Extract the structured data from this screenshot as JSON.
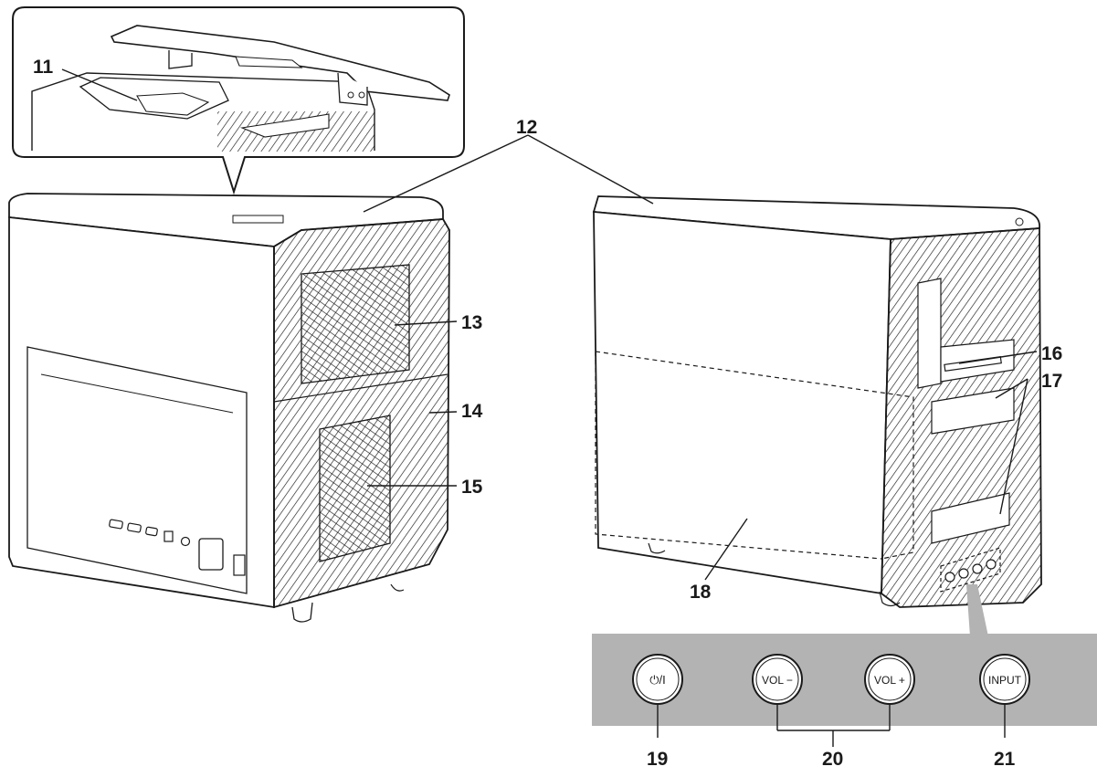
{
  "callouts": {
    "c11": "11",
    "c12": "12",
    "c13": "13",
    "c14": "14",
    "c15": "15",
    "c16": "16",
    "c17": "17",
    "c18": "18",
    "c19": "19",
    "c20": "20",
    "c21": "21"
  },
  "control_panel": {
    "power_label": "⏻/I",
    "vol_down_label": "VOL −",
    "vol_up_label": "VOL +",
    "input_label": "INPUT"
  },
  "colors": {
    "line": "#1a1a1a",
    "panel_gray": "#b3b3b3",
    "body_fill": "#ffffff"
  }
}
